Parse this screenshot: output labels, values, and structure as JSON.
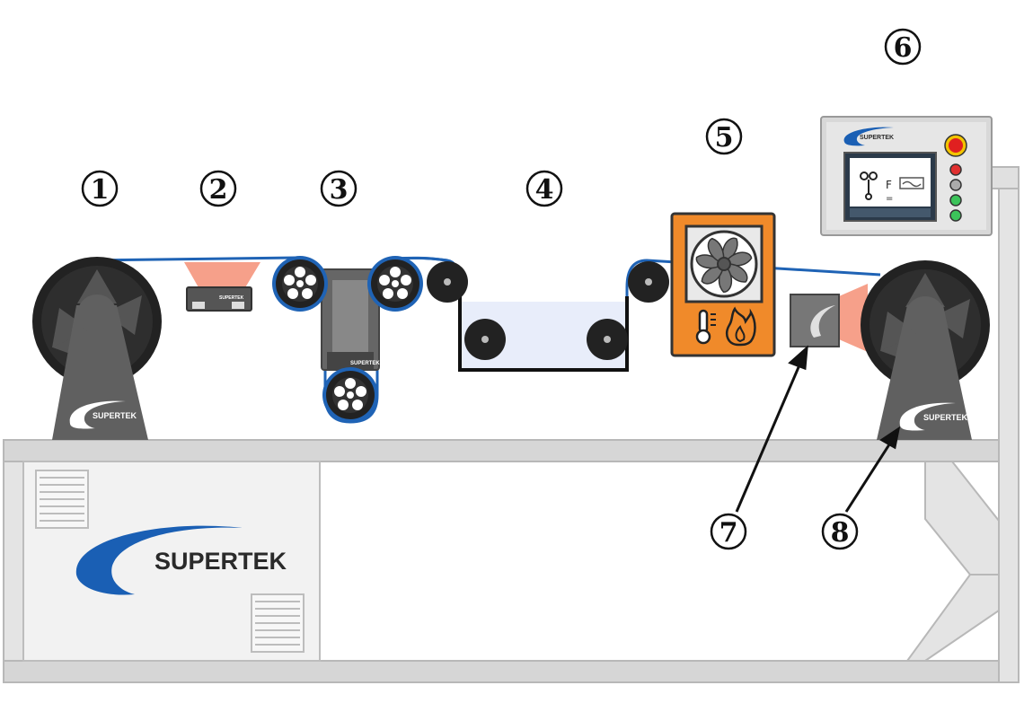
{
  "brand_name": "SUPERTEK",
  "labels": [
    "1",
    "2",
    "3",
    "4",
    "5",
    "6",
    "7",
    "8"
  ],
  "hmi": {
    "screen_letter": "F",
    "screen_symbol": "="
  },
  "icons": {
    "dryer": [
      "fan-icon",
      "thermometer-icon",
      "flame-icon"
    ],
    "control_buttons": [
      "emergency-stop-button",
      "red-indicator",
      "grey-indicator",
      "green-indicator",
      "green-indicator"
    ]
  },
  "colors": {
    "web": "#1f63b5",
    "roller": "#222222",
    "frame": "#d0d0d0",
    "dryer_body": "#f08a2a",
    "sensor_beam": "#f6a08a",
    "bath_liquid": "#e8edfa",
    "brand_blue": "#1a5fb4"
  }
}
